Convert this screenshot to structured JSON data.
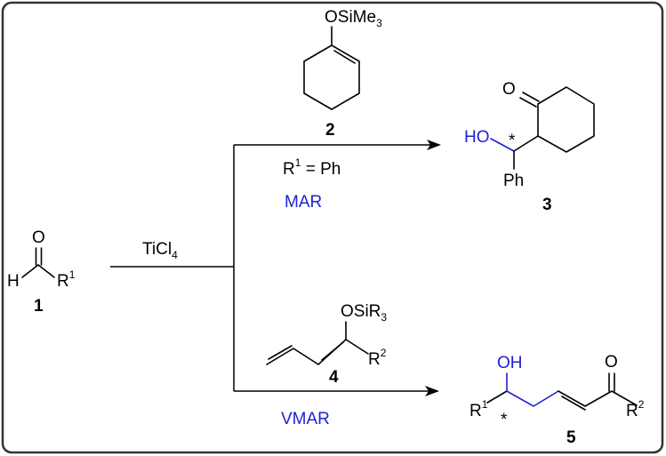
{
  "compounds": {
    "aldehyde": {
      "number": "1",
      "atoms": {
        "o": "O",
        "h": "H",
        "r": "R",
        "r_sup": "1"
      }
    },
    "silyl_enol_ether": {
      "number": "2",
      "group": "OSiMe",
      "group_sub": "3"
    },
    "mar_product": {
      "number": "3",
      "ho": "HO",
      "stereo": "*",
      "o": "O",
      "ph": "Ph"
    },
    "dienol_ether": {
      "number": "4",
      "group": "OSiR",
      "group_sub": "3",
      "r": "R",
      "r_sup": "2"
    },
    "vmar_product": {
      "number": "5",
      "oh": "OH",
      "stereo": "*",
      "o": "O",
      "r1": "R",
      "r1_sup": "1",
      "r2": "R",
      "r2_sup": "2"
    }
  },
  "conditions": {
    "reagent": "TiCl",
    "reagent_sub": "4",
    "upper_condition": "R",
    "upper_condition_sup": "1",
    "upper_condition_rest": " = Ph",
    "upper_label": "MAR",
    "lower_label": "VMAR"
  },
  "colors": {
    "highlight": "#1f1fd6",
    "frame": "#333333"
  }
}
